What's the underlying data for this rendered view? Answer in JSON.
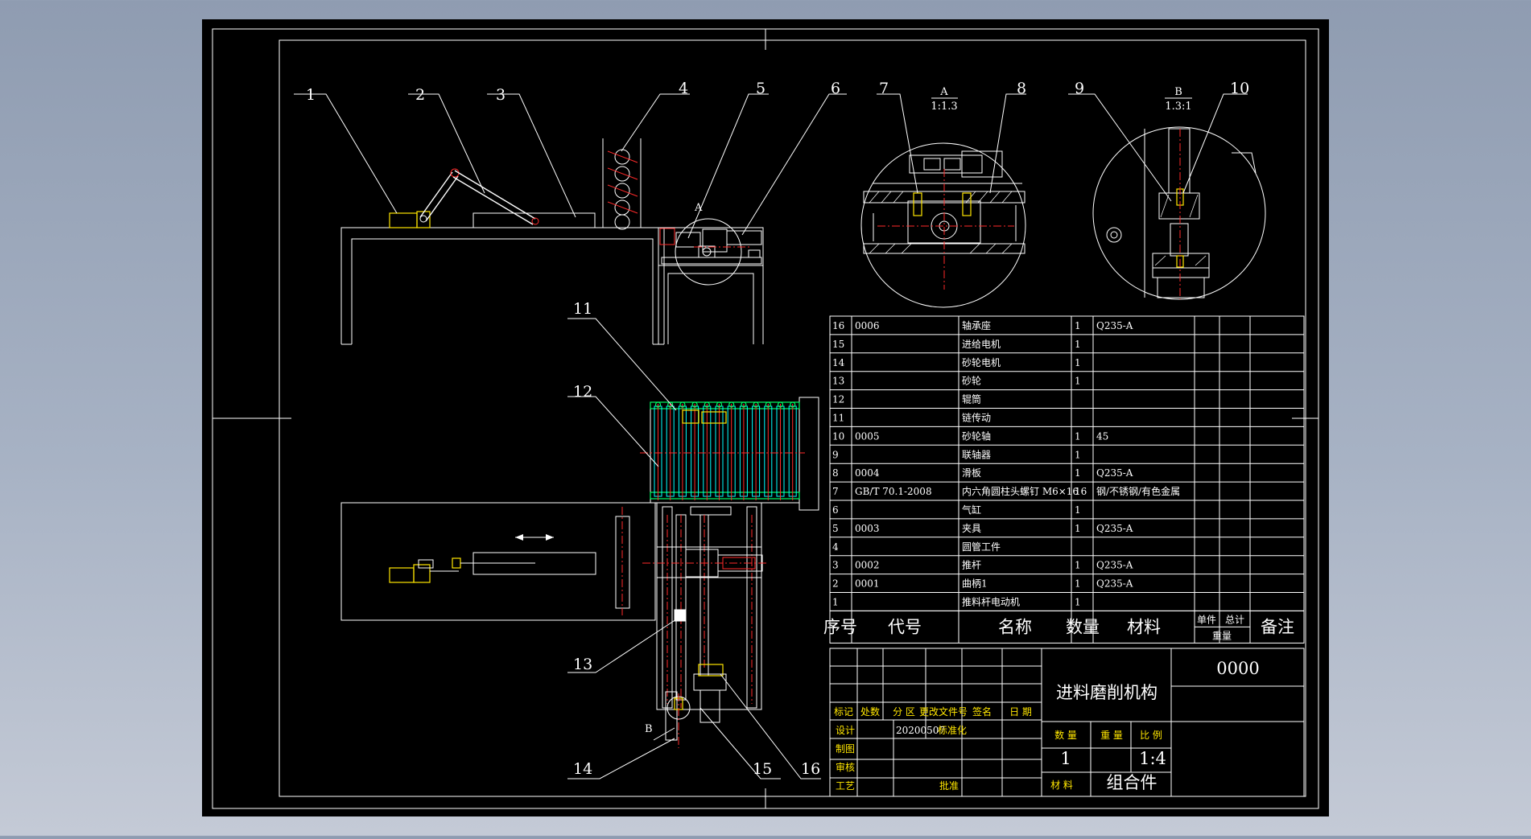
{
  "drawing": {
    "title": "进料磨削机构",
    "drawing_no": "0000",
    "view_labels": [
      {
        "letter": "A",
        "scale": "1:1.3"
      },
      {
        "letter": "B",
        "scale": "1.3:1"
      }
    ],
    "section_markers": {
      "a": "A",
      "b": "B"
    },
    "leaders": [
      "1",
      "2",
      "3",
      "4",
      "5",
      "6",
      "7",
      "8",
      "9",
      "10",
      "11",
      "12",
      "13",
      "14",
      "15",
      "16"
    ]
  },
  "bom": {
    "rows": [
      {
        "no": "16",
        "code": "0006",
        "name": "轴承座",
        "qty": "1",
        "material": "Q235-A"
      },
      {
        "no": "15",
        "code": "",
        "name": "进给电机",
        "qty": "1",
        "material": ""
      },
      {
        "no": "14",
        "code": "",
        "name": "砂轮电机",
        "qty": "1",
        "material": ""
      },
      {
        "no": "13",
        "code": "",
        "name": "砂轮",
        "qty": "1",
        "material": ""
      },
      {
        "no": "12",
        "code": "",
        "name": "辊筒",
        "qty": "",
        "material": ""
      },
      {
        "no": "11",
        "code": "",
        "name": "链传动",
        "qty": "",
        "material": ""
      },
      {
        "no": "10",
        "code": "0005",
        "name": "砂轮轴",
        "qty": "1",
        "material": "45"
      },
      {
        "no": "9",
        "code": "",
        "name": "联轴器",
        "qty": "1",
        "material": ""
      },
      {
        "no": "8",
        "code": "0004",
        "name": "滑板",
        "qty": "1",
        "material": "Q235-A"
      },
      {
        "no": "7",
        "code": "GB/T 70.1-2008",
        "name": "内六角圆柱头螺钉 M6×16",
        "qty": "16",
        "material": "钢/不锈钢/有色金属"
      },
      {
        "no": "6",
        "code": "",
        "name": "气缸",
        "qty": "1",
        "material": ""
      },
      {
        "no": "5",
        "code": "0003",
        "name": "夹具",
        "qty": "1",
        "material": "Q235-A"
      },
      {
        "no": "4",
        "code": "",
        "name": "圆管工件",
        "qty": "",
        "material": ""
      },
      {
        "no": "3",
        "code": "0002",
        "name": "推杆",
        "qty": "1",
        "material": "Q235-A"
      },
      {
        "no": "2",
        "code": "0001",
        "name": "曲柄1",
        "qty": "1",
        "material": "Q235-A"
      },
      {
        "no": "1",
        "code": "",
        "name": "推料杆电动机",
        "qty": "1",
        "material": ""
      }
    ],
    "header": {
      "no": "序号",
      "code": "代号",
      "name": "名称",
      "qty": "数量",
      "material": "材料",
      "unit": "单件",
      "total": "总计",
      "weight": "重量",
      "remark": "备注"
    }
  },
  "title_block": {
    "rev_headers": [
      "标记",
      "处数",
      "分 区",
      "更改文件号",
      "签名",
      "日 期"
    ],
    "design": "设计",
    "design_date": "20200507",
    "standardize": "标准化",
    "draw": "制图",
    "check": "审核",
    "process": "工艺",
    "approve": "批准",
    "qty_label": "数 量",
    "weight_label": "重 量",
    "scale_label": "比 例",
    "qty_value": "1",
    "scale_value": "1:4",
    "material_label": "材 料",
    "material_value": "组合件"
  },
  "colors": {
    "background_app": "#9aa6b9",
    "canvas": "#000000",
    "line": "#ffffff",
    "center_line": "#ff2a2a",
    "highlight_yellow": "#ffe600",
    "highlight_green": "#00ff66",
    "highlight_cyan": "#00ffff"
  }
}
